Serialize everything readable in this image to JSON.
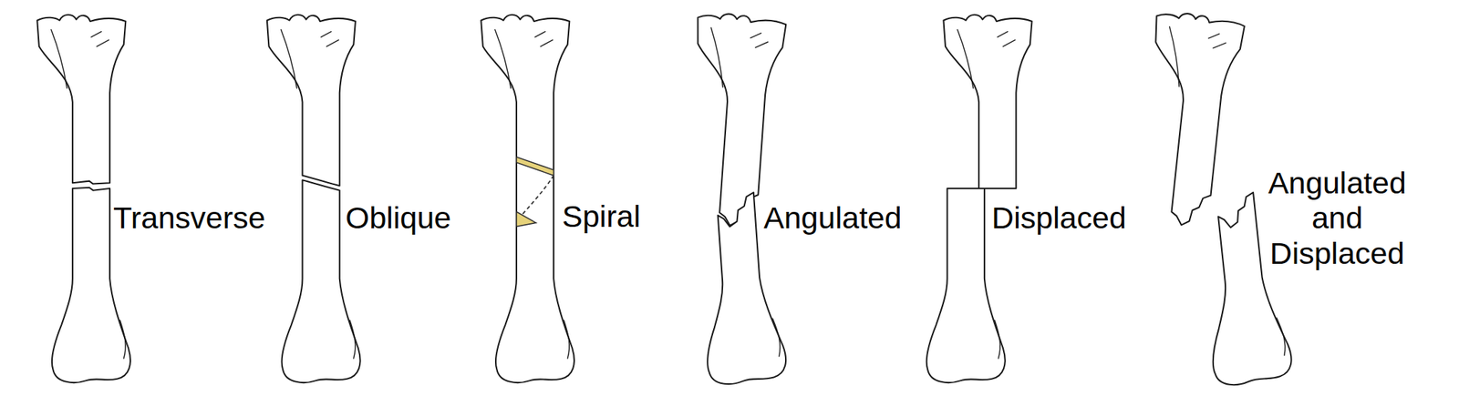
{
  "diagram": {
    "labels": [
      "Transverse",
      "Oblique",
      "Spiral",
      "Angulated",
      "Displaced",
      "Angulated and Displaced"
    ]
  }
}
